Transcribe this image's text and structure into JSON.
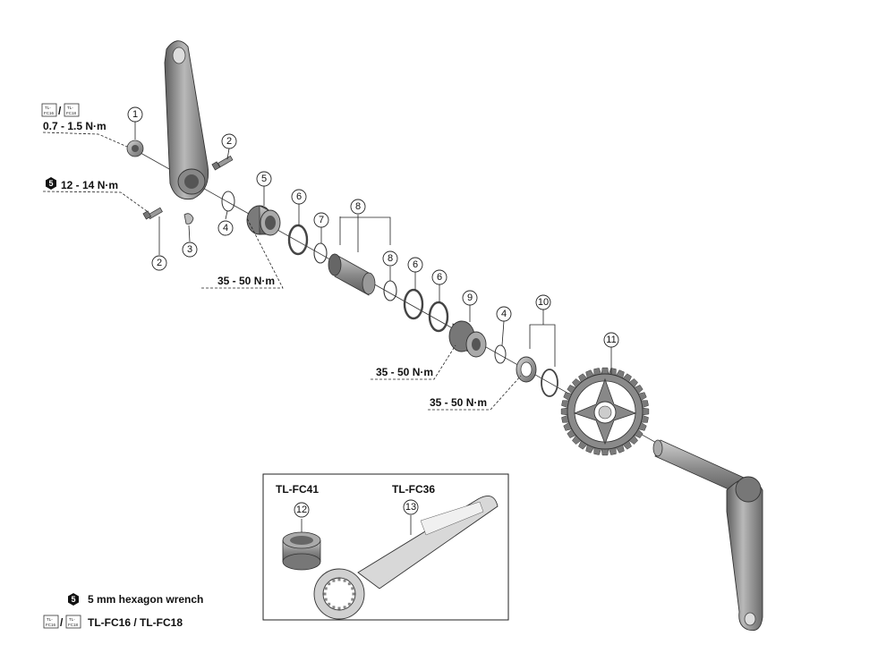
{
  "callouts": [
    "1",
    "2",
    "2",
    "3",
    "4",
    "5",
    "6",
    "7",
    "8",
    "8",
    "6",
    "6",
    "9",
    "4",
    "10",
    "11",
    "12",
    "13"
  ],
  "torque": {
    "t1": "0.7 - 1.5 N·m",
    "t2": "12 - 14 N·m",
    "t3": "35 - 50 N·m",
    "t4": "35 - 50 N·m",
    "t5": "35 - 50 N·m"
  },
  "hex_badge": "5",
  "tool_icon": {
    "line1": "TL-",
    "line2a": "FC16",
    "line2b": "FC18",
    "separator": "/"
  },
  "tools": {
    "left_label": "TL-FC41",
    "right_label": "TL-FC36"
  },
  "legend": {
    "hex_text": "5 mm hexagon wrench",
    "tool_text": "TL-FC16 / TL-FC18"
  },
  "colors": {
    "part_dark": "#6e6e6e",
    "part_mid": "#9a9a9a",
    "part_light": "#c8c8c8",
    "line": "#222222"
  }
}
